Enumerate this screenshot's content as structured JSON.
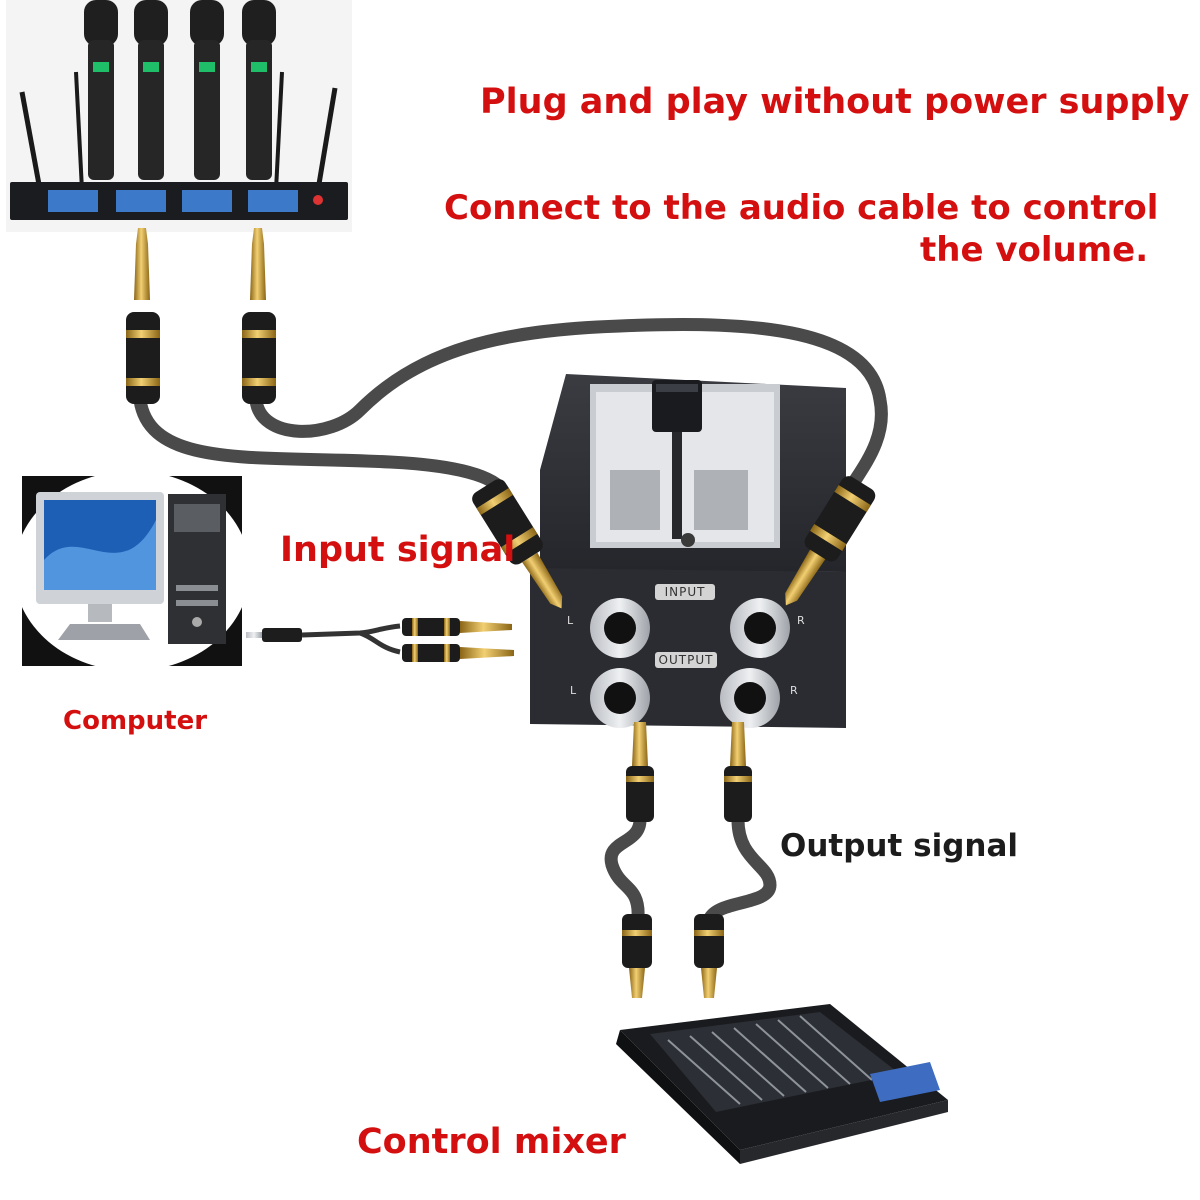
{
  "headline": {
    "line1": "Plug and play without power supply",
    "line2": "Connect to the audio cable to control",
    "line3": "the volume."
  },
  "labels": {
    "input_signal": "Input signal",
    "computer": "Computer",
    "output_signal": "Output signal",
    "control_mixer": "Control mixer"
  },
  "device": {
    "input_tag": "INPUT",
    "output_tag": "OUTPUT",
    "left": "L",
    "right": "R"
  },
  "colors": {
    "accent_red": "#d40f0f",
    "cable": "#4a4a4a",
    "gold": "#d9a93f",
    "device_body": "#2a2c31"
  }
}
